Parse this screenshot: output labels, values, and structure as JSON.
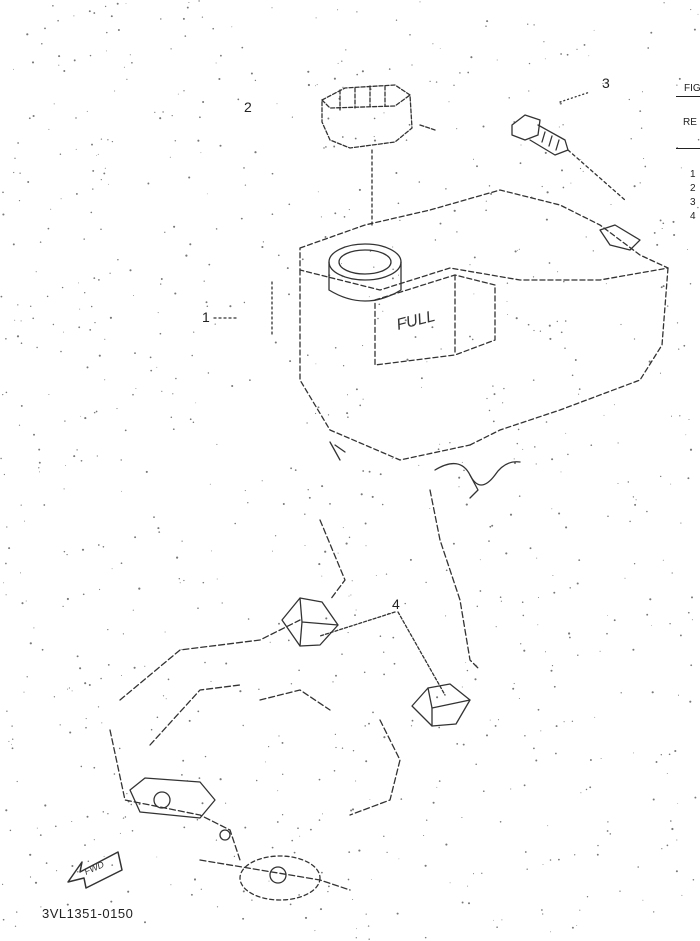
{
  "figure": {
    "code": "3VL1351-0150",
    "fwd_label": "FWD",
    "tank_label": "FULL",
    "callouts": [
      "1",
      "2",
      "3",
      "4"
    ]
  },
  "table_fragment": {
    "header_1": "FIG",
    "header_2": "RE",
    "rows": [
      "1",
      "2",
      "3",
      "4"
    ]
  },
  "colors": {
    "ink": "#333333",
    "paper": "#ffffff"
  }
}
